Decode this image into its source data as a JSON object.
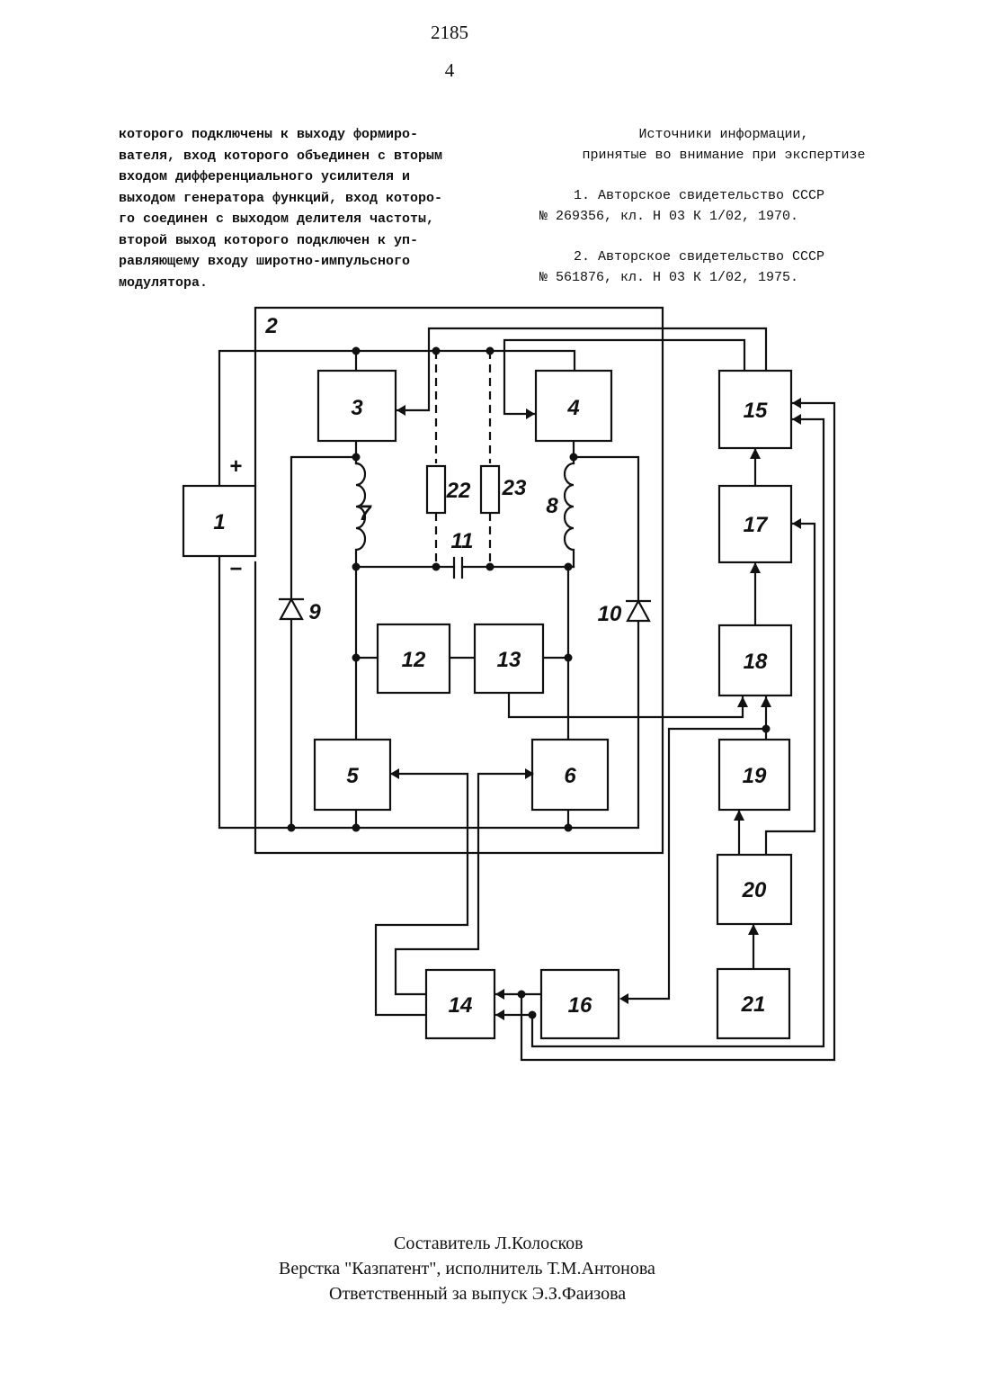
{
  "header": {
    "patent_number": "2185",
    "page_number": "4"
  },
  "left_text": [
    "которого подключены к выходу формиро-",
    "вателя, вход которого объединен с вторым",
    "входом дифференциального усилителя и",
    "выходом генератора функций, вход которо-",
    "го соединен с выходом делителя частоты,",
    "второй выход которого подключен к уп-",
    "равляющему входу широтно-импульсного",
    "модулятора."
  ],
  "sources": {
    "heading_line1": "Источники информации,",
    "heading_line2": "принятые во внимание при экспертизе",
    "ref1_line1": "1. Авторское свидетельство СССР",
    "ref1_line2": "№ 269356, кл. Н 03 К 1/02, 1970.",
    "ref2_line1": "2. Авторское свидетельство СССР",
    "ref2_line2": "№ 561876, кл. Н 03 К 1/02, 1975."
  },
  "diagram": {
    "block_labels": {
      "b1": "1",
      "b3": "3",
      "b4": "4",
      "b5": "5",
      "b6": "6",
      "b12": "12",
      "b13": "13",
      "b14": "14",
      "b15": "15",
      "b16": "16",
      "b17": "17",
      "b18": "18",
      "b19": "19",
      "b20": "20",
      "b21": "21"
    },
    "component_labels": {
      "frame": "2",
      "inductor7": "7",
      "inductor8": "8",
      "diode9": "9",
      "diode10": "10",
      "capacitor11": "11",
      "resistor22": "22",
      "resistor23": "23",
      "plus": "+",
      "minus": "−"
    }
  },
  "footer": {
    "compiler": "Составитель  Л.Колосков",
    "layout": "Верстка \"Казпатент\",  исполнитель    Т.М.Антонова",
    "responsible": "Ответственный  за  выпуск    Э.З.Фаизова"
  }
}
